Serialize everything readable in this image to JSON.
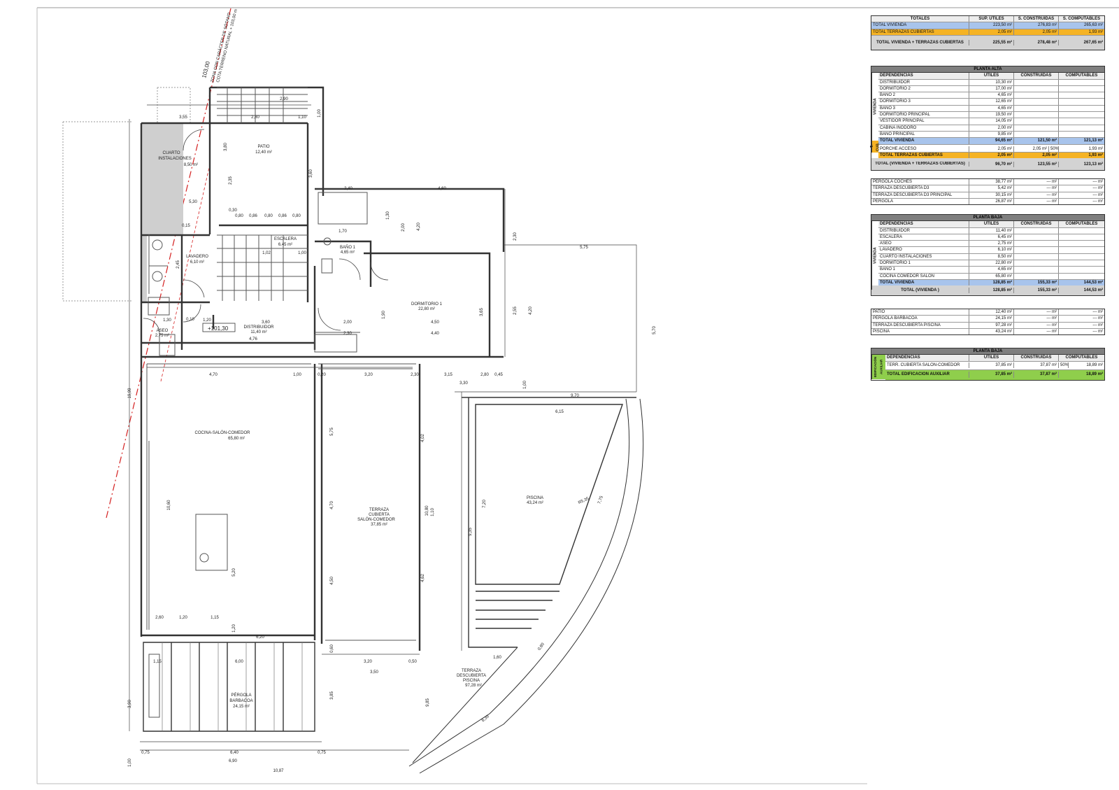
{
  "plan": {
    "grade_note_level": "103,00",
    "grade_note_line1": "ZONA CON CARÁCTER DE SÓTANO",
    "grade_note_line2": "COTA TERRENO NATURAL + 103,00 m",
    "level_box": "+101,30",
    "rooms": {
      "cuarto_l1": "CUARTO",
      "cuarto_l2": "INSTALACIONES",
      "cuarto_area": "8,50 m²",
      "patio": "PATIO",
      "patio_area": "12,40 m²",
      "escalera": "ESCALERA",
      "escalera_area": "6,45 m²",
      "lavadero": "LAVADERO",
      "lavadero_area": "6,10 m²",
      "bano": "BAÑO 1",
      "bano_area": "4,65 m²",
      "distribuidor": "DISTRIBUIDOR",
      "distribuidor_area": "11,40 m²",
      "aseo": "ASEO",
      "aseo_area": "2,75 m²",
      "dormitorio": "DORMITORIO 1",
      "dormitorio_area": "22,80 m²",
      "cocina": "COCINA-SALÓN-COMEDOR",
      "cocina_area": "65,80 m²",
      "terraza_l1": "TERRAZA",
      "terraza_l2": "CUBIERTA",
      "terraza_l3": "SALÓN-COMEDOR",
      "terraza_area": "37,85 m²",
      "piscina": "PISCINA",
      "piscina_area": "43,24 m²",
      "pergola_l1": "PÉRGOLA",
      "pergola_l2": "BARBACOA",
      "pergola_area": "24,15 m²",
      "tdesc_l1": "TERRAZA",
      "tdesc_l2": "DESCUBIERTA",
      "tdesc_l3": "PISCINA",
      "tdesc_area": "97,28 m²"
    },
    "dims": {
      "d01": "2,90",
      "d02": "3,55",
      "d03": "2,80",
      "d04": "1,10",
      "d05": "1,00",
      "d06": "3,60",
      "d07": "2,35",
      "d08": "3,80",
      "d09": "0,30",
      "d10": "0,80",
      "d11": "0,86",
      "d12": "0,80",
      "d13": "0,86",
      "d14": "0,80",
      "d15": "5,30",
      "d16": "1,02",
      "d17": "1,00",
      "d18": "1,70",
      "d19": "2,45",
      "d20": "1,30",
      "d21": "1,20",
      "d22": "3,60",
      "d23": "4,70",
      "d24": "4,76",
      "d25": "1,00",
      "d26": "0,20",
      "d27": "3,20",
      "d28": "2,30",
      "d29": "3,15",
      "d30": "2,80",
      "d31": "0,45",
      "d32": "3,30",
      "d33": "2,40",
      "d34": "4,60",
      "d35": "1,30",
      "d36": "2,00",
      "d37": "2,30",
      "d38": "2,55",
      "d39": "4,20",
      "d40": "5,70",
      "d41": "5,75",
      "d42": "6,15",
      "d43": "9,70",
      "d44": "4,50",
      "d45": "4,40",
      "d46": "2,00",
      "d47": "2,30",
      "d48": "3,65",
      "d49": "1,90",
      "d50": "5,75",
      "d51": "4,02",
      "d52": "4,70",
      "d53": "1,10",
      "d54": "10,60",
      "d55": "5,20",
      "d56": "4,50",
      "d57": "4,62",
      "d58": "2,60",
      "d59": "1,20",
      "d60": "1,15",
      "d61": "1,20",
      "d62": "6,20",
      "d63": "0,60",
      "d64": "10,80",
      "d65": "9,35",
      "d66": "7,20",
      "d67": "7,75",
      "d68": "R5,35",
      "d69": "3,20",
      "d70": "0,50",
      "d71": "3,50",
      "d72": "1,15",
      "d73": "6,00",
      "d74": "3,90",
      "d75": "3,85",
      "d76": "9,85",
      "d77": "1,00",
      "d78": "0,75",
      "d79": "6,40",
      "d80": "0,75",
      "d81": "6,90",
      "d82": "10,87",
      "d83": "19,99",
      "d84": "1,00",
      "d85": "0,80",
      "d86": "8,39",
      "d87": "1,60",
      "d88": "0,10",
      "d89": "0,15",
      "d90": "4,20"
    }
  },
  "totales": {
    "h0": "TOTALES",
    "h1": "SUP. UTILES",
    "h2": "S. CONSTRUIDAS",
    "h3": "S. COMPUTABLES",
    "r1": [
      "TOTAL VIVIENDA",
      "223,50 m²",
      "276,83 m²",
      "265,63 m²"
    ],
    "r2": [
      "TOTAL TERRAZAS CUBIERTAS",
      "2,05 m²",
      "2,05 m²",
      "1,93 m²"
    ],
    "r3": [
      "TOTAL VIVIENDA + TERRAZAS CUBIERTAS",
      "225,55 m²",
      "278,48 m²",
      "267,65 m²"
    ]
  },
  "alta": {
    "title": "PLANTA ALTA",
    "side_label": "VIVIENDA",
    "side_label2": "T. CUB.",
    "h0": "DEPENDENCIAS",
    "h1": "UTILES",
    "h2": "CONSTRUIDAS",
    "h3": "COMPUTABLES",
    "rows": [
      [
        "DISTRIBUIDOR",
        "10,30 m²"
      ],
      [
        "DORMITORIO 2",
        "17,00 m²"
      ],
      [
        "BAÑO 2",
        "4,65 m²"
      ],
      [
        "DORMITORIO 3",
        "12,65 m²"
      ],
      [
        "BAÑO 3",
        "4,65 m²"
      ],
      [
        "DORMITORIO PRINCIPAL",
        "19,50 m²"
      ],
      [
        "VESTIDOR PRINCIPAL",
        "14,05 m²"
      ],
      [
        "CABINA INODORO",
        "2,00 m²"
      ],
      [
        "BAÑO PRINCIPAL",
        "9,85 m²"
      ]
    ],
    "total_viv": [
      "TOTAL VIVIENDA",
      "94,65 m²",
      "121,50 m²",
      "121,13 m²"
    ],
    "porche": [
      "PORCHE ACCESO",
      "2,05 m²",
      "2,05 m²",
      "50%",
      "1,93 m²"
    ],
    "total_terr": [
      "TOTAL TERRAZAS CUBIERTAS",
      "2,05 m²",
      "2,05 m²",
      "1,93 m²"
    ],
    "total_all": [
      "TOTAL (VIVIENDA + TERRAZAS CUBIERTAS)",
      "96,70 m²",
      "123,55 m²",
      "123,13 m²"
    ],
    "extra": [
      [
        "PÉRGOLA COCHES",
        "38,77 m²",
        "--- m²",
        "--- m²"
      ],
      [
        "TERRAZA DESCUBIERTA D3",
        "5,42 m²",
        "--- m²",
        "--- m²"
      ],
      [
        "TERRAZA DESCUBIERTA D3 PRINCIPAL",
        "30,15 m²",
        "--- m²",
        "--- m²"
      ],
      [
        "PÉRGOLA",
        "26,87 m²",
        "--- m²",
        "--- m²"
      ]
    ]
  },
  "baja": {
    "title": "PLANTA BAJA",
    "side_label": "VIVIENDA",
    "h0": "DEPENDENCIAS",
    "h1": "UTILES",
    "h2": "CONSTRUIDAS",
    "h3": "COMPUTABLES",
    "rows": [
      [
        "DISTRIBUIDOR",
        "11,40 m²"
      ],
      [
        "ESCALERA",
        "6,45 m²"
      ],
      [
        "ASEO",
        "2,75 m²"
      ],
      [
        "LAVADERO",
        "6,10 m²"
      ],
      [
        "CUARTO INSTALACIONES",
        "8,50 m²"
      ],
      [
        "DORMITORIO 1",
        "22,80 m²"
      ],
      [
        "BAÑO 1",
        "4,65 m²"
      ],
      [
        "COCINA COMEDOR SALÓN",
        "65,80 m²"
      ]
    ],
    "total_viv": [
      "TOTAL VIVIENDA",
      "128,85 m²",
      "155,33 m²",
      "144,53 m²"
    ],
    "total": [
      "TOTAL (VIVIENDA )",
      "128,85 m²",
      "155,33 m²",
      "144,53 m²"
    ],
    "extra": [
      [
        "PATIO",
        "12,40 m²",
        "--- m²",
        "--- m²"
      ],
      [
        "PÉRGOLA BARBACOA",
        "24,15 m²",
        "--- m²",
        "--- m²"
      ],
      [
        "TERRAZA DESCUBIERTA PISCINA",
        "97,28 m²",
        "--- m²",
        "--- m²"
      ],
      [
        "PISCINA",
        "43,24 m²",
        "--- m²",
        "--- m²"
      ]
    ]
  },
  "aux": {
    "title": "PLANTA BAJA",
    "side_label": "EDIFICACIÓN AUXILIAR",
    "h0": "DEPENDENCIAS",
    "h1": "UTILES",
    "h2": "CONSTRUIDAS",
    "h3": "COMPUTABLES",
    "row": [
      "TERR. CUBIERTA SALÓN-COMEDOR",
      "37,85 m²",
      "37,87 m²",
      "50%",
      "18,89 m²"
    ],
    "total": [
      "TOTAL EDIFICACIÓN AUXILIAR",
      "37,85 m²",
      "37,87 m²",
      "18,89 m²"
    ]
  },
  "colors": {
    "blue": "#a8c4ec",
    "orange": "#f5b324",
    "grey": "#d3d3d3",
    "green": "#8fce4c",
    "red_line": "#d42020"
  }
}
